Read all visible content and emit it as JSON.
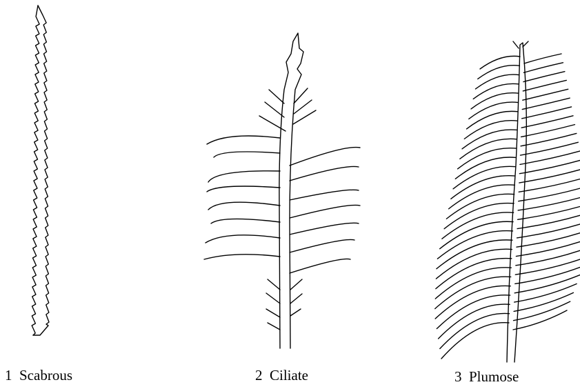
{
  "figures": [
    {
      "number": "1",
      "name": "Scabrous"
    },
    {
      "number": "2",
      "name": "Ciliate"
    },
    {
      "number": "3",
      "name": "Plumose"
    }
  ],
  "ink_color": "#000000"
}
